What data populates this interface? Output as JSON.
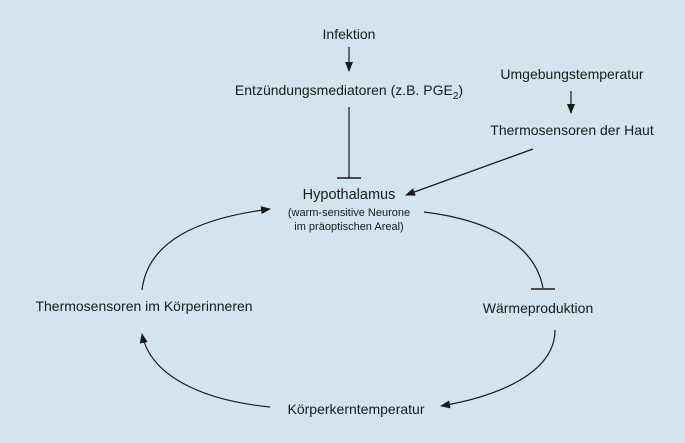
{
  "nodes": {
    "infektion": "Infektion",
    "mediatoren": "Entzündungsmediatoren (z.B. PGE",
    "mediatoren_sub": "2",
    "mediatoren_close": ")",
    "umgebung": "Umgebungstemperatur",
    "haut": "Thermosensoren der Haut",
    "hypothalamus": "Hypothalamus",
    "hypo_detail_1": "(warm-sensitive Neurone",
    "hypo_detail_2": "im präoptischen Areal)",
    "koerperinneren": "Thermosensoren im Körperinneren",
    "waerme": "Wärmeproduktion",
    "kern": "Körperkerntemperatur"
  },
  "colors": {
    "background": "#d3e4ef",
    "stroke": "#1a1a1a"
  }
}
